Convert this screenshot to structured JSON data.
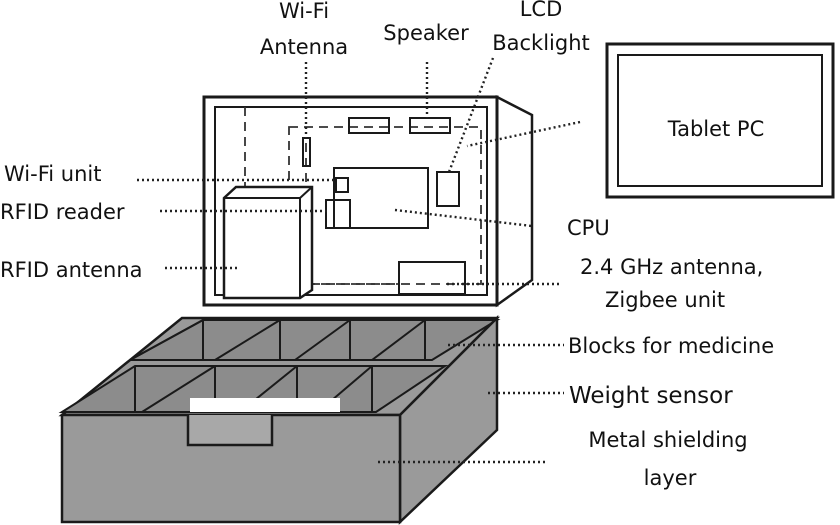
{
  "labels": {
    "wifi_antenna_line1": "Wi-Fi",
    "wifi_antenna_line2": "Antenna",
    "speaker": "Speaker",
    "lcd_backlight_line1": "LCD",
    "lcd_backlight_line2": "Backlight",
    "tablet_pc": "Tablet PC",
    "wifi_unit": "Wi-Fi unit",
    "rfid_reader": "RFID reader",
    "rfid_antenna": "RFID antenna",
    "cpu": "CPU",
    "antenna_zigbee_line1": "2.4 GHz antenna,",
    "antenna_zigbee_line2": "Zigbee unit",
    "blocks_for_medicine": "Blocks for medicine",
    "weight_sensor": "Weight sensor",
    "metal_shielding_line1": "Metal shielding",
    "metal_shielding_line2": "layer"
  }
}
